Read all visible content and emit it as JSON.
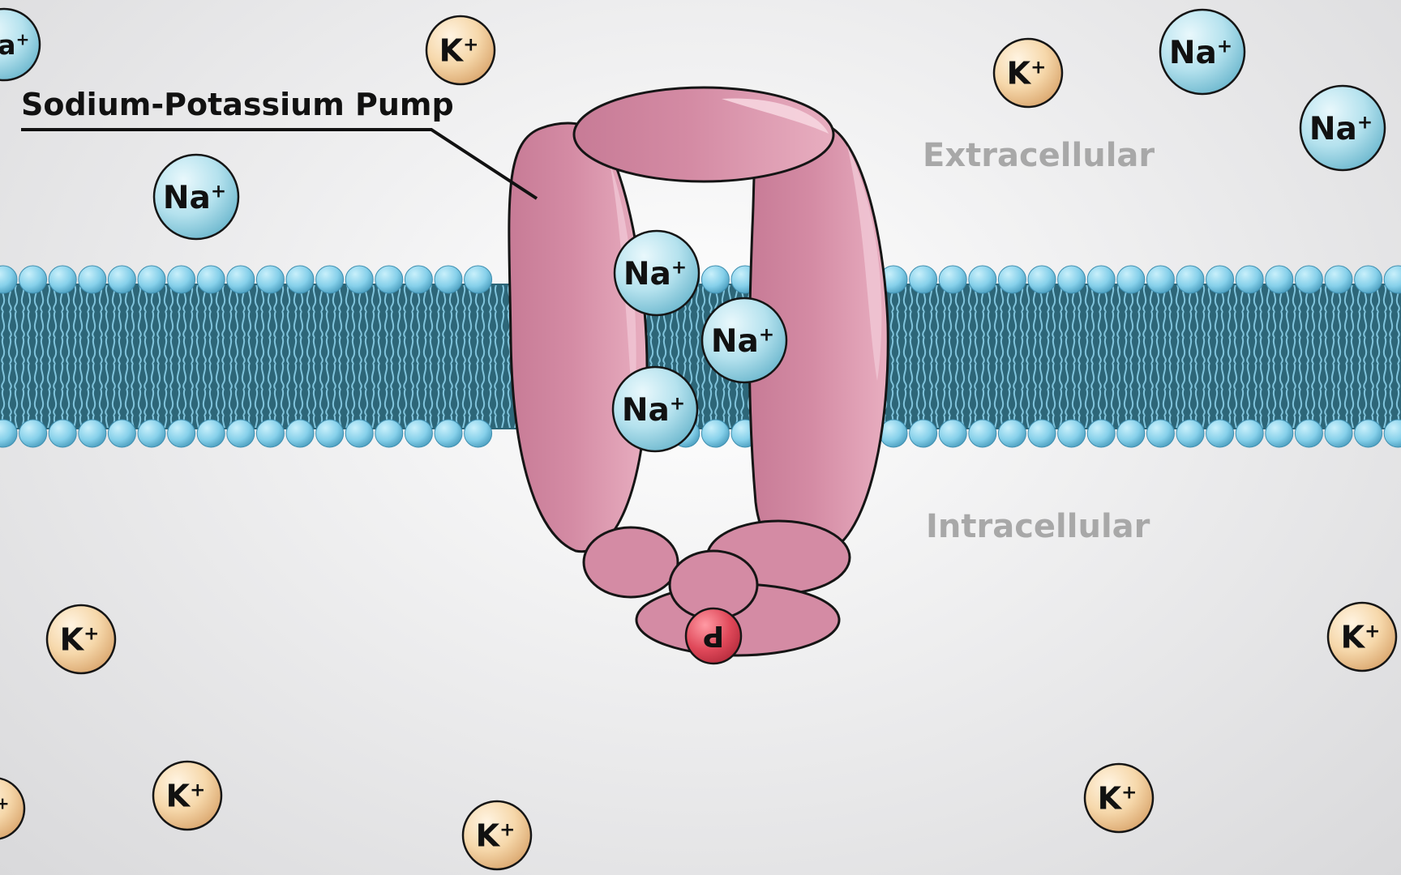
{
  "title": "Sodium-Potassium Pump",
  "regions": {
    "extracellular": "Extracellular",
    "intracellular": "Intracellular"
  },
  "ions": {
    "sodium": {
      "label": "Na",
      "charge": "+"
    },
    "potassium": {
      "label": "K",
      "charge": "+"
    },
    "phosphate": {
      "label": "P"
    }
  },
  "colors": {
    "background": "#ececed",
    "membrane_core": "#2d6678",
    "lipid_head": "#7fcbe6",
    "lipid_tail": "#8fd3ec",
    "pump_protein": "#d48ba4",
    "pump_highlight": "#f0c6d4",
    "sodium_ion": "#a9dcea",
    "potassium_ion": "#f6d7a9",
    "phosphate": "#e0495a",
    "region_label": "#a8a8a8"
  },
  "icons": {
    "sodium": "sodium-ion-icon",
    "potassium": "potassium-ion-icon",
    "phosphate": "phosphate-icon",
    "pump": "sodium-potassium-pump-protein",
    "membrane": "phospholipid-bilayer"
  }
}
